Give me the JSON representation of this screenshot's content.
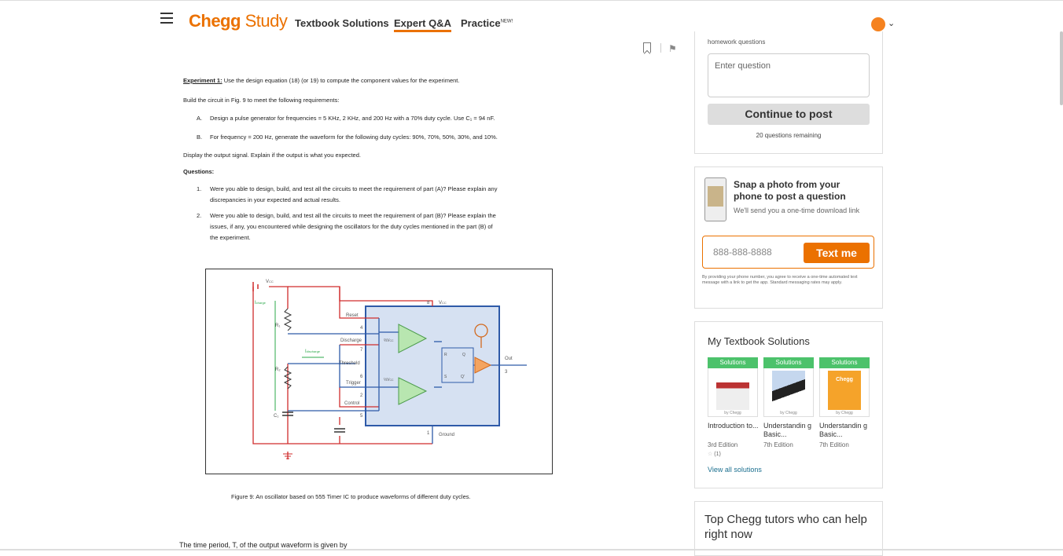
{
  "header": {
    "logo_brand": "Chegg",
    "logo_product": "Study",
    "nav": [
      {
        "label": "Textbook Solutions"
      },
      {
        "label": "Expert Q&A"
      },
      {
        "label": "Practice",
        "badge": "NEW!"
      }
    ]
  },
  "question": {
    "exp1_label": "Experiment 1:",
    "exp1_text": " Use the design equation (18) (or 19) to compute the component values for the experiment.",
    "build_text": "Build the circuit in Fig. 9 to meet the following requirements:",
    "req_a_label": "A.",
    "req_a_text": "Design a pulse generator for frequencies = 5 KHz, 2 KHz, and 200 Hz with a 70% duty cycle. Use C₁ = 94 nF.",
    "req_b_label": "B.",
    "req_b_text": "For frequency = 200 Hz, generate the waveform for the following duty cycles: 90%, 70%, 50%, 30%, and 10%.",
    "display_text": "Display the output signal. Explain if the output is what you expected.",
    "questions_label": "Questions:",
    "q1_num": "1.",
    "q1_line1": "Were you able to design, build, and test all the circuits to meet the requirement of part (A)? Please explain any",
    "q1_line2": "discrepancies in your expected and actual results.",
    "q2_num": "2.",
    "q2_line1": "Were you able to design, build, and test all the circuits to meet the requirement of part (B)? Please explain the",
    "q2_line2": "issues, if any, you encountered while designing the oscillators for the duty cycles mentioned in the part (B) of",
    "q2_line3": "the experiment.",
    "figure_caption": "Figure 9: An oscillator based on 555 Timer IC to produce waveforms of different duty cycles.",
    "period_text": "The time period, T, of the output waveform is given by"
  },
  "figure": {
    "vcc_left": "V",
    "vcc_sub": "CC",
    "icharge": "I",
    "icharge_sub": "charge",
    "r1": "R₁",
    "r2": "R₂",
    "c1": "C₁",
    "idischarge": "I",
    "idischarge_sub": "discharge",
    "reset": "Reset",
    "discharge": "Discharge",
    "threshold": "Threshold",
    "trigger": "Trigger",
    "control": "Control",
    "pin8": "8",
    "pin4": "4",
    "pin7": "7",
    "pin6": "6",
    "pin2": "2",
    "pin5": "5",
    "pin1": "1",
    "pin3": "3",
    "vcc_chip": "V",
    "vcc_chip_sub": "CC",
    "out": "Out",
    "ground": "Ground",
    "ff_r": "R",
    "ff_q": "Q",
    "ff_s": "S",
    "ff_qbar": "Q'",
    "comp_top_label": "⅔V",
    "comp_top_sub": "CC",
    "comp_bot_label": "⅓V",
    "comp_bot_sub": "CC"
  },
  "sidebar": {
    "post": {
      "subtitle": "homework questions",
      "placeholder": "Enter question",
      "button": "Continue to post",
      "remaining": "20 questions remaining"
    },
    "snap": {
      "title": "Snap a photo from your phone to post a question",
      "subtitle": "We'll send you a one-time download link",
      "phone_placeholder": "888-888-8888",
      "button": "Text me",
      "fine_print": "By providing your phone number, you agree to receive a one-time automated text message with a link to get the app. Standard messaging rates may apply."
    },
    "textbooks": {
      "title": "My Textbook Solutions",
      "badge": "Solutions",
      "by": "by Chegg",
      "books": [
        {
          "title": "Introduction to...",
          "edition": "3rd Edition"
        },
        {
          "title": "Understandin g Basic...",
          "edition": "7th Edition"
        },
        {
          "title": "Understandin g Basic...",
          "edition": "7th Edition"
        }
      ],
      "rating": "(1)",
      "view_all": "View all solutions",
      "cover3_text": "Chegg"
    },
    "tutors": {
      "title": "Top Chegg tutors who can help right now"
    }
  }
}
